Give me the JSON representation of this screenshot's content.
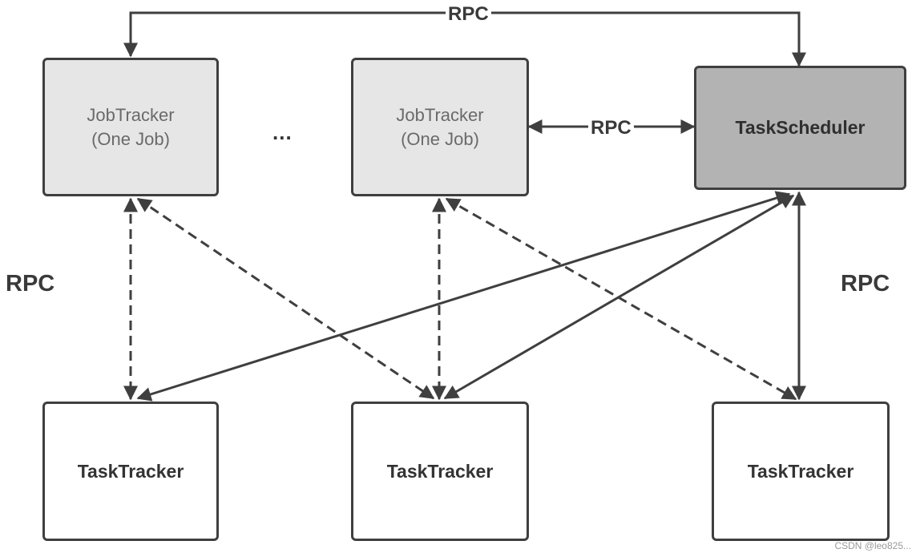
{
  "nodes": {
    "jobtracker_1": {
      "line1": "JobTracker",
      "line2": "(One Job)"
    },
    "jobtracker_2": {
      "line1": "JobTracker",
      "line2": "(One Job)"
    },
    "scheduler": {
      "label": "TaskScheduler"
    },
    "tasktracker_1": {
      "label": "TaskTracker"
    },
    "tasktracker_2": {
      "label": "TaskTracker"
    },
    "tasktracker_3": {
      "label": "TaskTracker"
    }
  },
  "ellipsis": "...",
  "labels": {
    "top_rpc": "RPC",
    "middle_rpc": "RPC",
    "left_rpc": "RPC",
    "right_rpc": "RPC"
  },
  "watermark": "CSDN @leo825...",
  "colors": {
    "line": "#3f3f3f",
    "jobtracker_fill": "#e6e6e6",
    "scheduler_fill": "#b3b3b3",
    "tracker_fill": "#ffffff"
  }
}
